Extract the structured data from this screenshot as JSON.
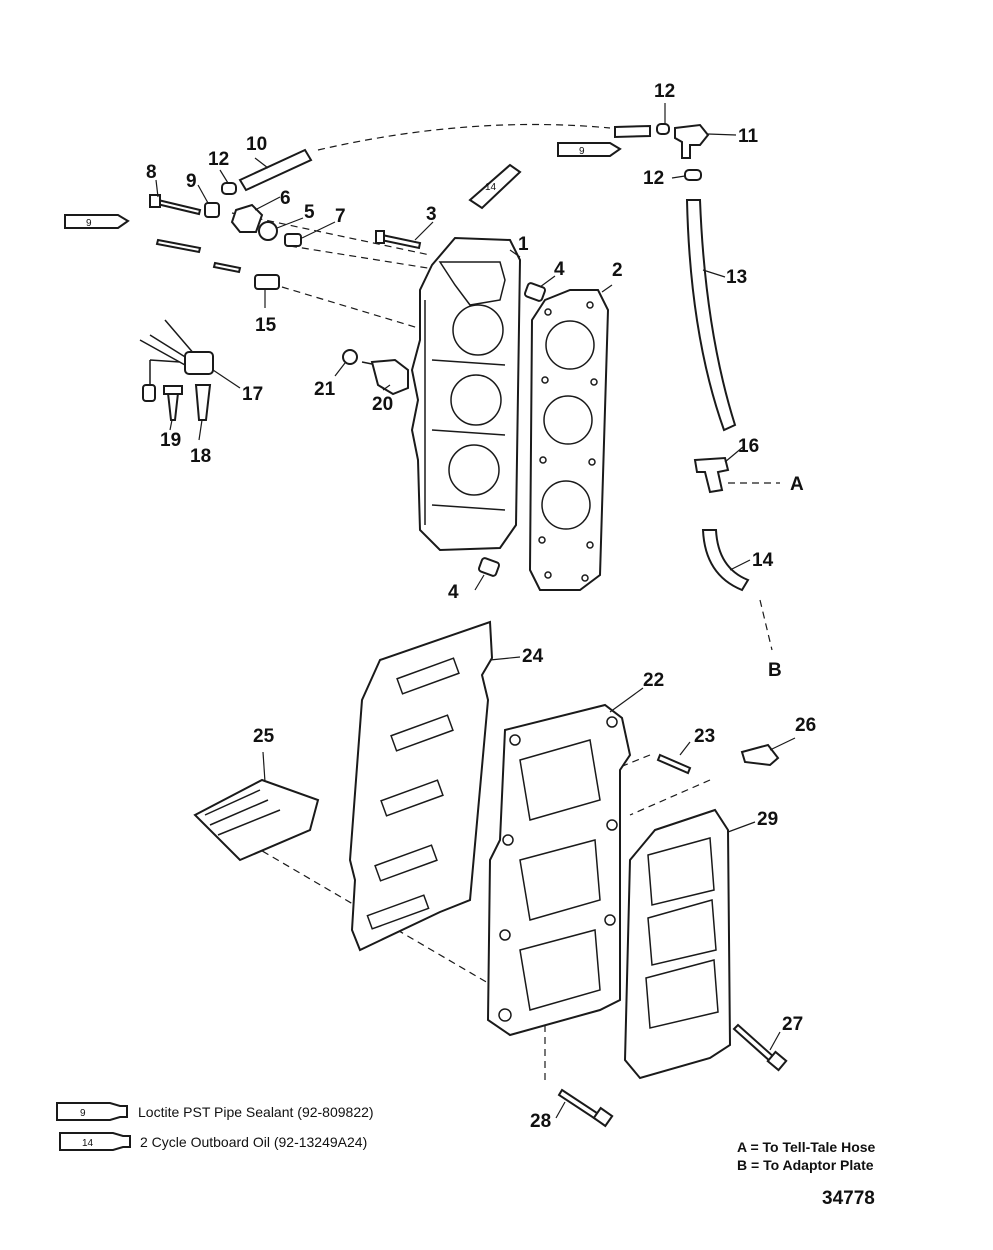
{
  "part_numbers": [
    "1",
    "2",
    "3",
    "4",
    "4",
    "5",
    "6",
    "7",
    "8",
    "9",
    "9",
    "10",
    "11",
    "12",
    "12",
    "12",
    "13",
    "14",
    "14",
    "15",
    "16",
    "17",
    "18",
    "19",
    "20",
    "21",
    "22",
    "23",
    "24",
    "25",
    "26",
    "27",
    "28",
    "29"
  ],
  "tube_labels": {
    "sealant": "9",
    "oil": "14"
  },
  "hose_ends": {
    "a": "A",
    "b": "B"
  },
  "legend": [
    {
      "code": "9",
      "text": "Loctite PST Pipe Sealant (92-809822)"
    },
    {
      "code": "14",
      "text": "2 Cycle Outboard Oil (92-13249A24)"
    }
  ],
  "notes": [
    "A = To Tell-Tale Hose",
    "B = To Adaptor Plate"
  ],
  "diagram_id": "34778"
}
